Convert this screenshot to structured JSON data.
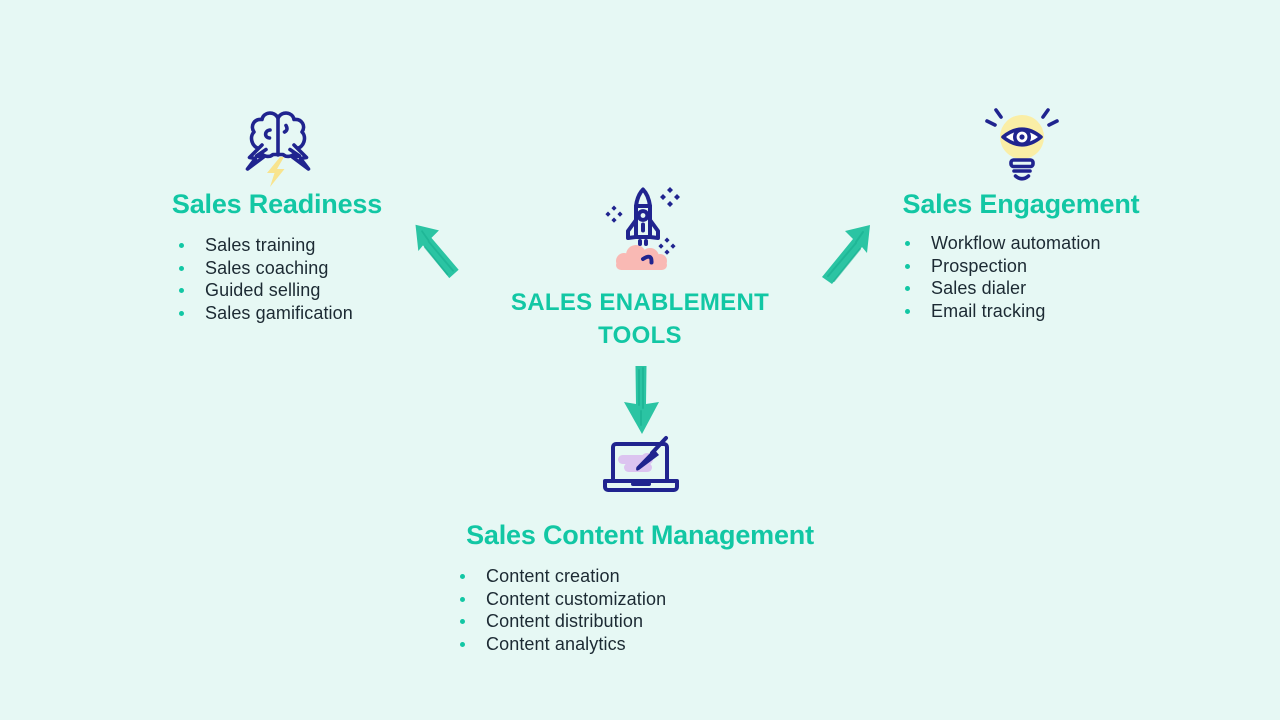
{
  "page": {
    "type": "infographic-slide",
    "background_color": "#e6f8f4"
  },
  "colors": {
    "accent_teal": "#12c7a4",
    "arrow_teal": "#2bc4a3",
    "icon_navy": "#20248f",
    "body_text": "#1c2a33",
    "cloud_pink": "#f9b9b4",
    "bolt_yellow": "#f8e48e",
    "bulb_yellow": "#faeea6",
    "paint_lavender": "#dcc4f0"
  },
  "center": {
    "icon": "rocket-launch-icon",
    "title_line1": "SALES ENABLEMENT",
    "title_line2": "TOOLS"
  },
  "sections": {
    "readiness": {
      "icon": "brain-lightning-icon",
      "title": "Sales Readiness",
      "items": [
        "Sales training",
        "Sales coaching",
        "Guided selling",
        "Sales gamification"
      ]
    },
    "engagement": {
      "icon": "idea-bulb-eye-icon",
      "title": "Sales Engagement",
      "items": [
        "Workflow automation",
        "Prospection",
        "Sales dialer",
        "Email tracking"
      ]
    },
    "content": {
      "icon": "laptop-paintbrush-icon",
      "title": "Sales Content Management",
      "items": [
        "Content creation",
        "Content customization",
        "Content distribution",
        "Content analytics"
      ]
    }
  }
}
